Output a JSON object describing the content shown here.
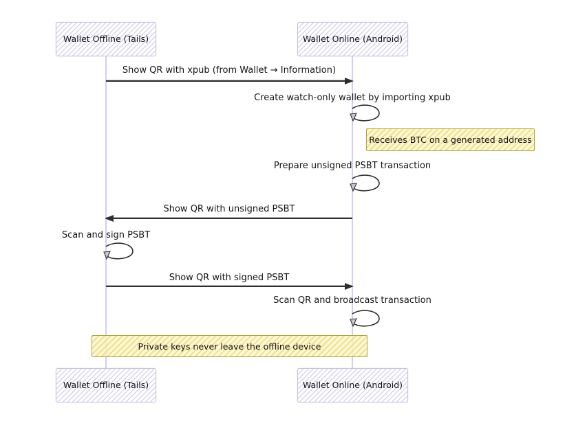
{
  "colors": {
    "background": "#ffffff",
    "text": "#141414",
    "actor_hatch": "#d9d3f2",
    "actor_border": "#c7c3dc",
    "lifeline": "#d4ccf2",
    "arrow": "#2e2e2e",
    "note_hatch": "#f0dd88",
    "note_border": "#b2a440"
  },
  "actors": [
    {
      "id": "wallet-offline",
      "label": "Wallet Offline (Tails)"
    },
    {
      "id": "wallet-online",
      "label": "Wallet Online (Android)"
    }
  ],
  "messages": [
    {
      "kind": "message",
      "from": "wallet-offline",
      "to": "wallet-online",
      "label": "Show QR with xpub (from Wallet → Information)"
    },
    {
      "kind": "self",
      "actor": "wallet-online",
      "label": "Create watch-only wallet by importing xpub"
    },
    {
      "kind": "note",
      "over": "wallet-online",
      "label": "Receives BTC on a generated address"
    },
    {
      "kind": "self",
      "actor": "wallet-online",
      "label": "Prepare unsigned PSBT transaction"
    },
    {
      "kind": "message",
      "from": "wallet-online",
      "to": "wallet-offline",
      "label": "Show QR with unsigned PSBT"
    },
    {
      "kind": "self",
      "actor": "wallet-offline",
      "label": "Scan and sign PSBT"
    },
    {
      "kind": "message",
      "from": "wallet-offline",
      "to": "wallet-online",
      "label": "Show QR with signed PSBT"
    },
    {
      "kind": "self",
      "actor": "wallet-online",
      "label": "Scan QR and broadcast transaction"
    },
    {
      "kind": "note",
      "over": "both",
      "label": "Private keys never leave the offline device"
    }
  ]
}
